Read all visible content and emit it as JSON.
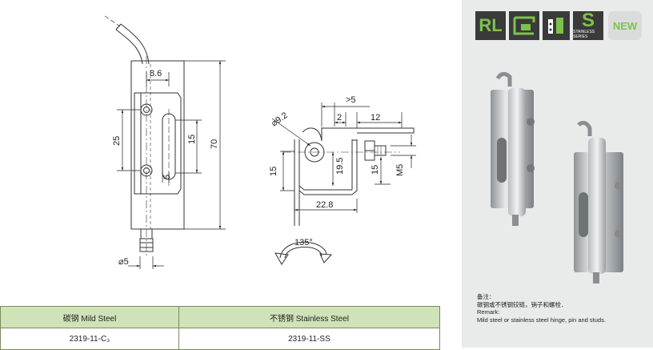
{
  "drawing": {
    "front_view": {
      "dim_width_top": "8.6",
      "dim_slot_spacing": "25",
      "dim_slot_length": "15",
      "dim_small": "5",
      "dim_height": "70",
      "dim_pin_diameter": "⌀5"
    },
    "side_view": {
      "dim_gap": ">5",
      "dim_offset_2": "2",
      "dim_offset_12": "12",
      "dim_hole": "⌀9.2",
      "dim_19_5": "19.5",
      "dim_15_left": "15",
      "dim_15_right": "15",
      "dim_thread": "M5",
      "dim_22_8": "22.8"
    },
    "rotation_angle": "135°"
  },
  "badges": {
    "rl": "RL",
    "stainless_small": "STAINLESS SERIES",
    "new": "NEW"
  },
  "remark": {
    "line1": "备注：",
    "line2": "碳钢或不锈钢铰链，销子和螺栓．",
    "line3": "Remark:",
    "line4": "Mild steel or stainless steel hinge, pin and studs."
  },
  "table": {
    "headers": [
      "碳钢 Mild Steel",
      "不锈钢 Stainless Steel"
    ],
    "row": [
      "2319-11-C₃",
      "2319-11-SS"
    ]
  }
}
